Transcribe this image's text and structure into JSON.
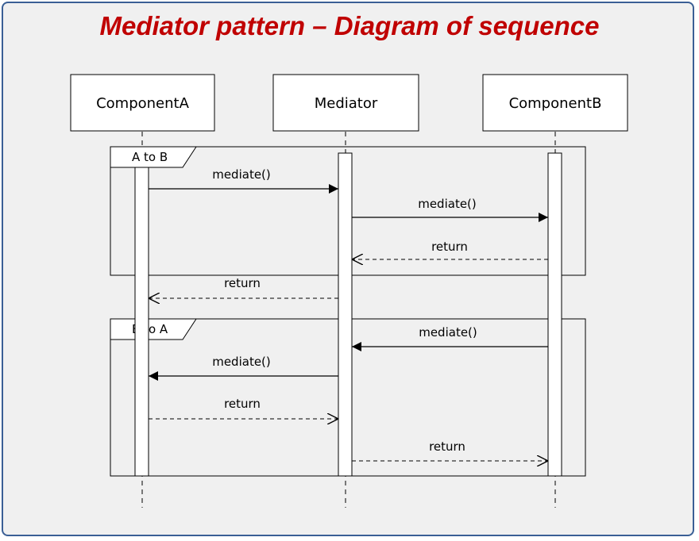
{
  "title": "Mediator pattern – Diagram of sequence",
  "participants": {
    "a": "ComponentA",
    "m": "Mediator",
    "b": "ComponentB"
  },
  "fragments": {
    "a_to_b": "A to B",
    "b_to_a": "B to A"
  },
  "messages": {
    "m1": "mediate()",
    "m2": "mediate()",
    "m3": "return",
    "m4": "return",
    "m5": "mediate()",
    "m6": "mediate()",
    "m7": "return",
    "m8": "return"
  }
}
